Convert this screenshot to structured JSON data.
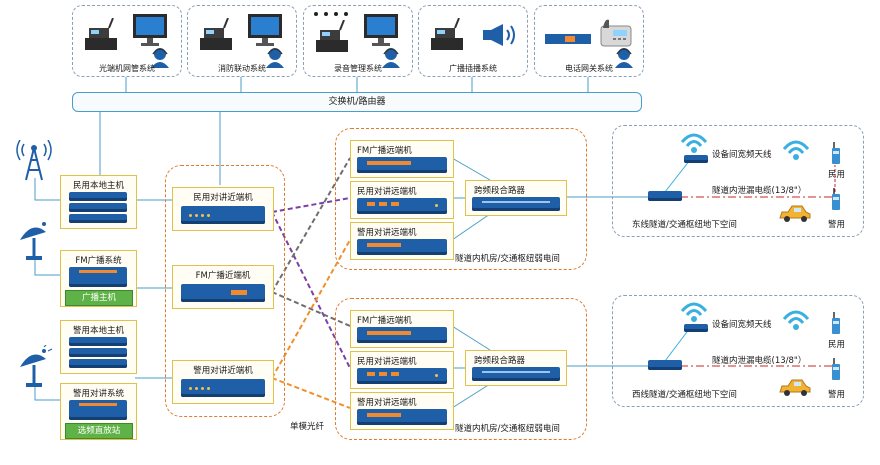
{
  "top_systems": [
    {
      "label": "光端机网管系统",
      "icon": "radio-monitor-operator"
    },
    {
      "label": "消防联动系统",
      "icon": "radio-monitor-operator"
    },
    {
      "label": "录音管理系统",
      "icon": "radio-monitor-operator"
    },
    {
      "label": "广播插播系统",
      "icon": "radio-speaker-operator"
    },
    {
      "label": "电话网关系统",
      "icon": "gateway-phone-operator"
    }
  ],
  "switch_label": "交换机/路由器",
  "left_hosts": {
    "civil_host": "民用本地主机",
    "fm_system": "FM广播系统",
    "broadcast_host": "广播主机",
    "police_host": "警用本地主机",
    "police_system": "警用对讲系统",
    "repeater_station": "选频直放站"
  },
  "near_units": {
    "civil": "民用对讲近端机",
    "fm": "FM广播近端机",
    "police": "警用对讲近端机",
    "fiber_label": "单模光纤"
  },
  "room1": {
    "fm": "FM广播远端机",
    "civil": "民用对讲远端机",
    "police": "警用对讲远端机",
    "combiner": "跨频段合路器",
    "caption": "隧道内机房/交通枢纽弱电间"
  },
  "room2": {
    "fm": "FM广播远端机",
    "civil": "民用对讲远端机",
    "police": "警用对讲远端机",
    "combiner": "跨频段合路器",
    "caption": "隧道内机房/交通枢纽弱电间"
  },
  "east": {
    "antenna_label": "设备间宽频天线",
    "cable_label": "隧道内泄漏电缆(13/8\"）",
    "caption": "东线隧道/交通枢纽地下空间",
    "civil": "民用",
    "police": "警用"
  },
  "west": {
    "antenna_label": "设备间宽频天线",
    "cable_label": "隧道内泄漏电缆(13/8\"）",
    "caption": "西线隧道/交通枢纽地下空间",
    "civil": "民用",
    "police": "警用"
  },
  "colors": {
    "device_blue": "#1f5fa8",
    "accent_orange": "#e07a2e",
    "link_purple": "#7b3fa8",
    "link_gray": "#6e6e6e",
    "link_orange": "#f0902a",
    "cyan": "#3ab0e0",
    "cable_red": "#c8252a",
    "green": "#5fb247"
  }
}
